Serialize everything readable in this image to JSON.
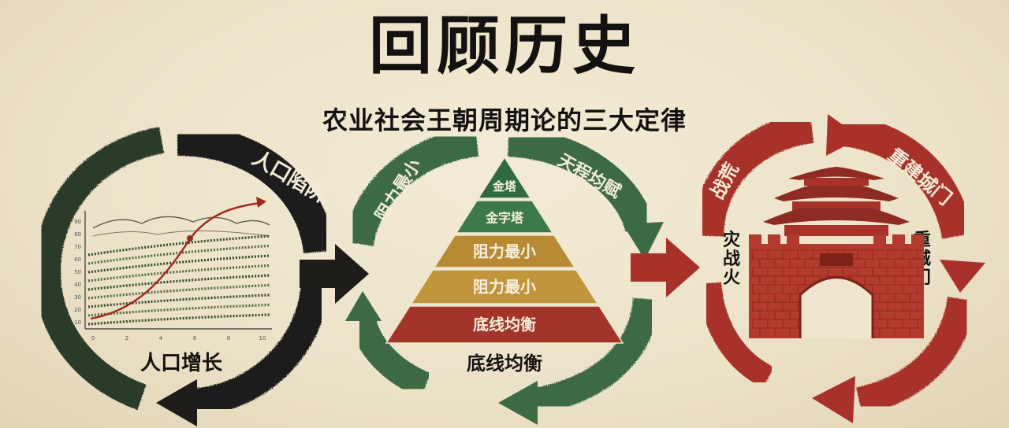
{
  "title": "回顾历史",
  "subtitle": "农业社会王朝周期论的三大定律",
  "left": {
    "arc_label": "人口陷阱",
    "bottom_label": "人口增长",
    "y_ticks": [
      "10",
      "20",
      "30",
      "40",
      "50",
      "60",
      "70",
      "80",
      "90"
    ],
    "x_ticks": [
      "0",
      "2",
      "4",
      "6",
      "8",
      "10"
    ]
  },
  "middle": {
    "arc_left_label": "阻力最小",
    "arc_right_label": "天程均赋",
    "bottom_label": "底线均衡",
    "pyramid_layers": [
      {
        "label": "金塔",
        "color": "#2f6b41"
      },
      {
        "label": "金字塔",
        "color": "#3d7a4a"
      },
      {
        "label": "阻力最小",
        "color": "#b88a34"
      },
      {
        "label": "阻力最小",
        "color": "#c2953c"
      },
      {
        "label": "底线均衡",
        "color": "#a3342a"
      }
    ]
  },
  "right": {
    "arc_left_label": "战荒",
    "arc_right_label": "重建城门",
    "side_left_label": "灾战火",
    "side_right_label": "重城门"
  },
  "colors": {
    "dark": "#1f1d1a",
    "green": "#3a6b45",
    "red": "#a8322a",
    "paper": "#efe6cf"
  }
}
